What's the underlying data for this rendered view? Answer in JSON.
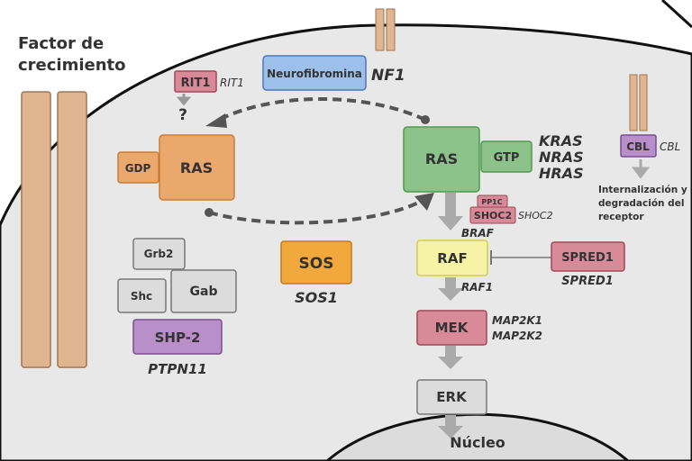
{
  "title": "Factor de crecimiento",
  "title_line1": "Factor de",
  "title_line2": "crecimiento",
  "colors": {
    "ras_gdp": "#eaa86d",
    "ras_gtp": "#8cc38a",
    "nf1": "#9cc0ea",
    "pink": "#d88a98",
    "raf": "#f7f3a6",
    "sos": "#f1a93e",
    "shp2": "#b88fc8",
    "gray_box": "#dcdcdc",
    "receptor": "#e2b591",
    "cell": "#e8e8e8"
  },
  "nodes": {
    "rit1": "RIT1",
    "rit1_gene": "RIT1",
    "question": "?",
    "neurofibromina": "Neurofibromina",
    "nf1_gene": "NF1",
    "ras_inactive": "RAS",
    "gdp": "GDP",
    "ras_active": "RAS",
    "gtp": "GTP",
    "ras_genes": [
      "KRAS",
      "NRAS",
      "HRAS"
    ],
    "pp1c": "PP1C",
    "shoc2": "SHOC2",
    "shoc2_gene": "SHOC2",
    "braf_gene": "BRAF",
    "raf": "RAF",
    "raf1_gene": "RAF1",
    "spred1": "SPRED1",
    "spred1_gene": "SPRED1",
    "mek": "MEK",
    "mek_genes": [
      "MAP2K1",
      "MAP2K2"
    ],
    "erk": "ERK",
    "nucleus": "Núcleo",
    "sos": "SOS",
    "sos1_gene": "SOS1",
    "grb2": "Grb2",
    "shc": "Shc",
    "gab": "Gab",
    "shp2": "SHP-2",
    "ptpn11_gene": "PTPN11",
    "cbl": "CBL",
    "cbl_gene": "CBL",
    "cbl_note": [
      "Internalización y",
      "degradación del",
      "receptor"
    ]
  }
}
